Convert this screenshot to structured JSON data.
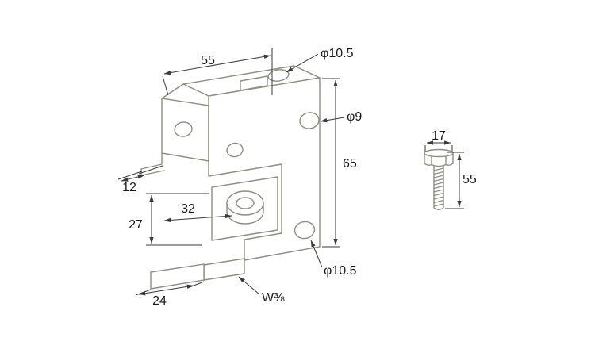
{
  "drawing": {
    "background": "#ffffff",
    "part_outline_color": "#8e907f",
    "dimension_color": "#3a3a3a",
    "bracket": {
      "description": "isometric-bracket-view",
      "dims": {
        "top_width": "55",
        "top_hole_dia": "φ10.5",
        "front_hole_dia": "φ9",
        "overall_height": "65",
        "step_depth": "12",
        "opening_height": "27",
        "boss_offset": "32",
        "foot_width": "24",
        "thread_size": "W⅜",
        "lower_hole_dia": "φ10.5"
      }
    },
    "bolt": {
      "description": "hex-bolt-side-view",
      "dims": {
        "head_width": "17",
        "length": "55"
      }
    }
  }
}
